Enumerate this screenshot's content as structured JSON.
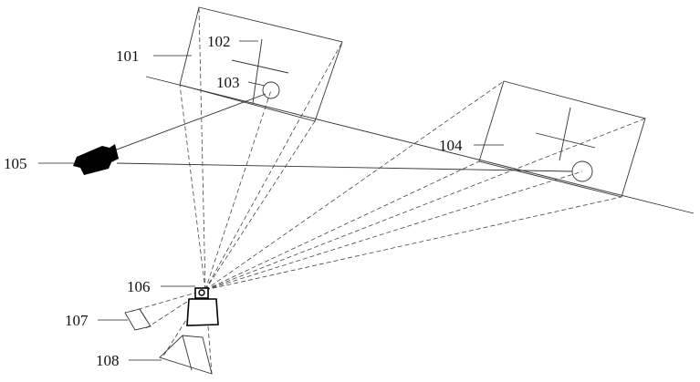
{
  "diagram": {
    "labels": {
      "l101": "101",
      "l102": "102",
      "l103": "103",
      "l104": "104",
      "l105": "105",
      "l106": "106",
      "l107": "107",
      "l108": "108"
    }
  }
}
